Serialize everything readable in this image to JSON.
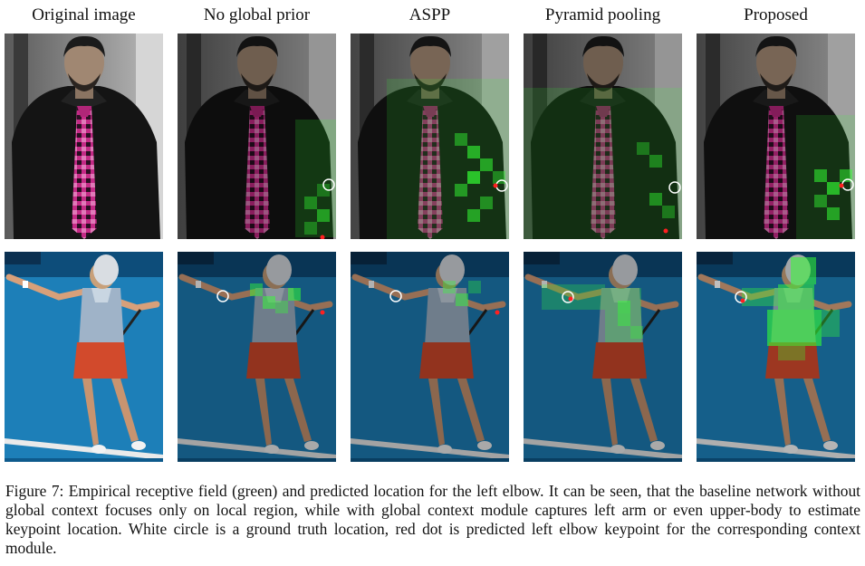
{
  "columns": [
    {
      "title": "Original image",
      "overlay": false
    },
    {
      "title": "No global prior",
      "overlay": true
    },
    {
      "title": "ASPP",
      "overlay": true
    },
    {
      "title": "Pyramid pooling",
      "overlay": true
    },
    {
      "title": "Proposed",
      "overlay": true
    }
  ],
  "rows": [
    "portrait",
    "tennis"
  ],
  "colors": {
    "receptive_field": "#33ff33",
    "prediction": "#ff2020",
    "ground_truth": "#ffffff",
    "court": "#1d7fb8",
    "skirt": "#d24a2c"
  },
  "caption": "Figure 7: Empirical receptive field (green) and predicted location for the left elbow. It can be seen, that the baseline network without global context focuses only on local region, while with global context module captures left arm or even upper-body to estimate keypoint location. White circle is a ground truth location, red dot is predicted left elbow keypoint for the corresponding context module."
}
